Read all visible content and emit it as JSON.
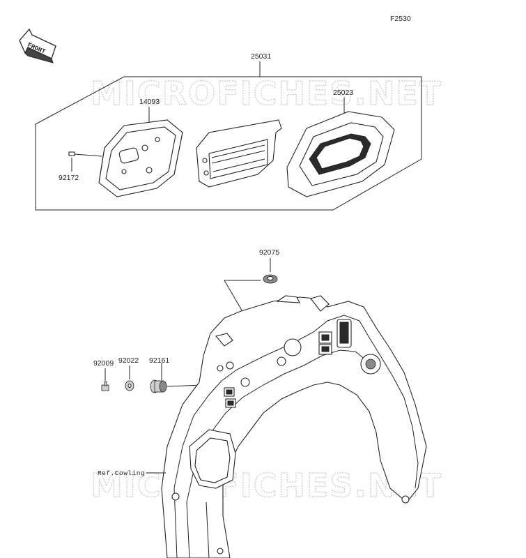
{
  "figure_code": "F2530",
  "front_arrow": "FRONT",
  "watermark": "MICROFICHES.NET",
  "labels": {
    "assembly": "25031",
    "meter_case": "14093",
    "screw": "92172",
    "meter_cover": "25023",
    "grommet": "92075",
    "bolt": "92009",
    "washer": "92022",
    "damper": "92161",
    "ref_cowling": "Ref.Cowling"
  }
}
